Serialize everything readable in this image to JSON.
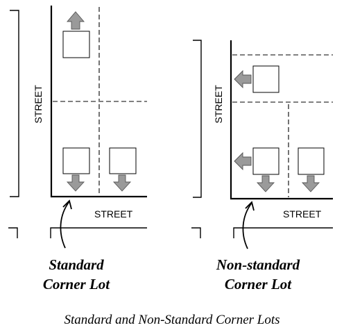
{
  "left_panel": {
    "street_vertical": "STREET",
    "street_horizontal": "STREET",
    "title_line1": "Standard",
    "title_line2": "Corner Lot"
  },
  "right_panel": {
    "street_vertical": "STREET",
    "street_horizontal": "STREET",
    "title_line1": "Non-standard",
    "title_line2": "Corner Lot"
  },
  "caption": "Standard and Non-Standard Corner Lots"
}
